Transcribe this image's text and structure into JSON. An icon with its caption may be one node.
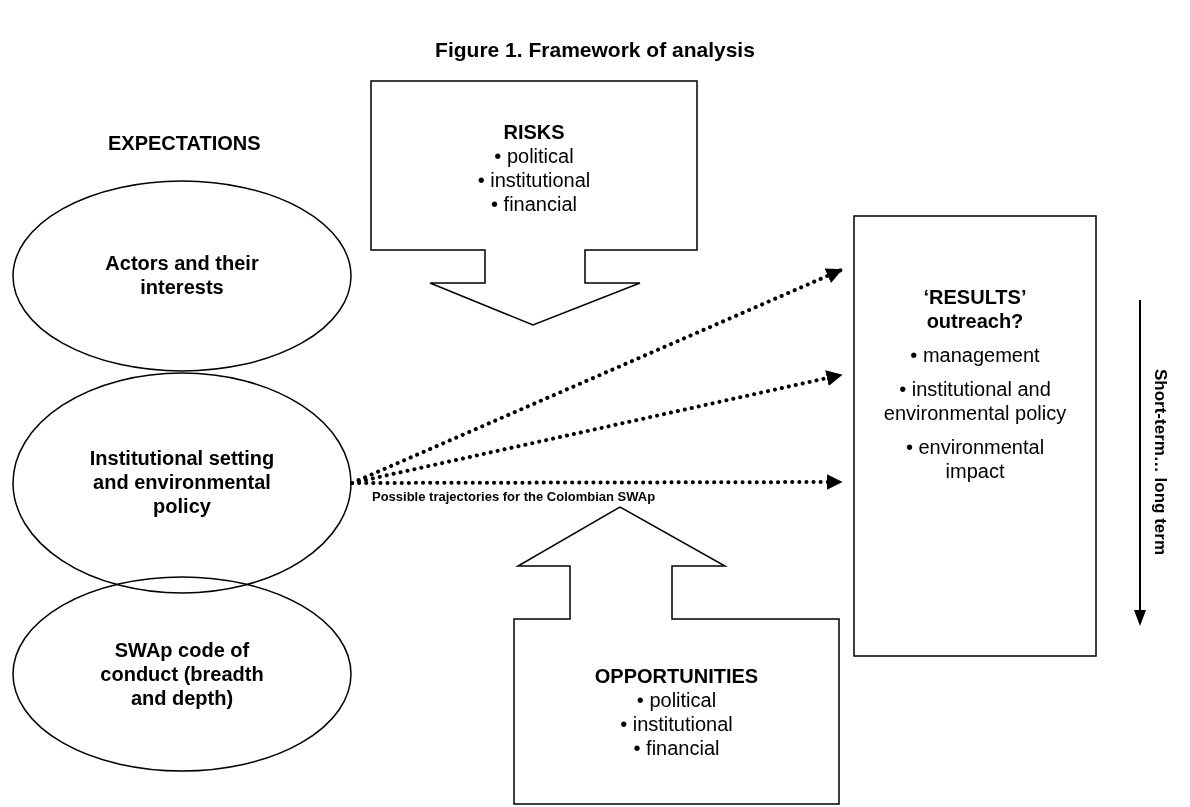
{
  "diagram": {
    "title": "Figure 1. Framework of analysis",
    "nodes": [
      {
        "text": [
          "Actors and their interests"
        ]
      },
      {
        "text": [
          "Institutional setting and environmental policy"
        ]
      },
      {
        "text": [
          "SWAp code of conduct (breadth and depth)"
        ]
      },
      {
        "text": [
          "RISKS",
          "• political",
          "• institutional",
          "• financial"
        ]
      },
      {
        "text": [
          "OPPORTUNITIES",
          "• political",
          "• institutional",
          "• financial"
        ]
      },
      {
        "text": [
          "‘RESULTS’ outreach?",
          "• management",
          "• institutional and environmental policy",
          "• environmental impact"
        ]
      }
    ],
    "edges": [
      {
        "from": 1,
        "to": 5,
        "arrow": "to",
        "style": "dashed"
      },
      {
        "from": 1,
        "to": 5,
        "arrow": "to",
        "style": "dashed"
      },
      {
        "from": 1,
        "to": 5,
        "arrow": "to",
        "style": "dashed"
      }
    ],
    "labels": [
      "EXPECTATIONS",
      "Possible trajectories for the Colombian SWAp",
      "Short-term… long term"
    ]
  }
}
